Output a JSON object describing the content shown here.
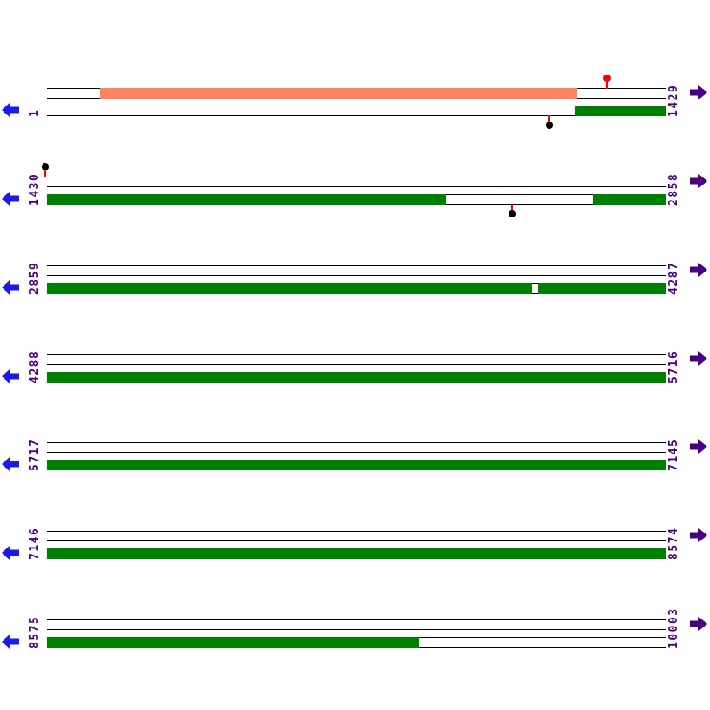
{
  "figure": {
    "background_color": "#ffffff",
    "line_color": "#000000",
    "label_color": "#4B0082",
    "left_arrow_color": "#1A1AEE",
    "right_arrow_color": "#4B0082",
    "pin_stem_color": "#FF0000",
    "bar_colors": {
      "green": "#008000",
      "orange": "#FB8360"
    },
    "pin_head_colors": {
      "red": "#FF0000",
      "black": "#000000"
    }
  },
  "rows": [
    {
      "start_label": "1",
      "end_label": "1429",
      "upper_segments": [
        {
          "color": "orange",
          "from_pct": 8.6,
          "to_pct": 85.7
        }
      ],
      "lower_segments": [
        {
          "color": "green",
          "from_pct": 85.4,
          "to_pct": 100
        }
      ],
      "pins": [
        {
          "position": "above",
          "head": "red",
          "x_pct": 90.5
        },
        {
          "position": "below",
          "head": "black",
          "x_pct": 81.2
        }
      ]
    },
    {
      "start_label": "1430",
      "end_label": "2858",
      "upper_segments": [],
      "lower_segments": [
        {
          "color": "green",
          "from_pct": 0,
          "to_pct": 64.6
        },
        {
          "color": "green",
          "from_pct": 88.2,
          "to_pct": 100
        }
      ],
      "pins": [
        {
          "position": "above",
          "head": "black",
          "x_pct": -0.3
        },
        {
          "position": "below",
          "head": "black",
          "x_pct": 75.2
        }
      ]
    },
    {
      "start_label": "2859",
      "end_label": "4287",
      "upper_segments": [],
      "lower_segments": [
        {
          "color": "green",
          "from_pct": 0,
          "to_pct": 78.5
        },
        {
          "color": "green",
          "from_pct": 79.3,
          "to_pct": 100
        }
      ],
      "pins": []
    },
    {
      "start_label": "4288",
      "end_label": "5716",
      "upper_segments": [],
      "lower_segments": [
        {
          "color": "green",
          "from_pct": 0,
          "to_pct": 100
        }
      ],
      "pins": []
    },
    {
      "start_label": "5717",
      "end_label": "7145",
      "upper_segments": [],
      "lower_segments": [
        {
          "color": "green",
          "from_pct": 0,
          "to_pct": 100
        }
      ],
      "pins": []
    },
    {
      "start_label": "7146",
      "end_label": "8574",
      "upper_segments": [],
      "lower_segments": [
        {
          "color": "green",
          "from_pct": 0,
          "to_pct": 100
        }
      ],
      "pins": []
    },
    {
      "start_label": "8575",
      "end_label": "10003",
      "upper_segments": [],
      "lower_segments": [
        {
          "color": "green",
          "from_pct": 0,
          "to_pct": 60.1
        }
      ],
      "pins": []
    }
  ]
}
